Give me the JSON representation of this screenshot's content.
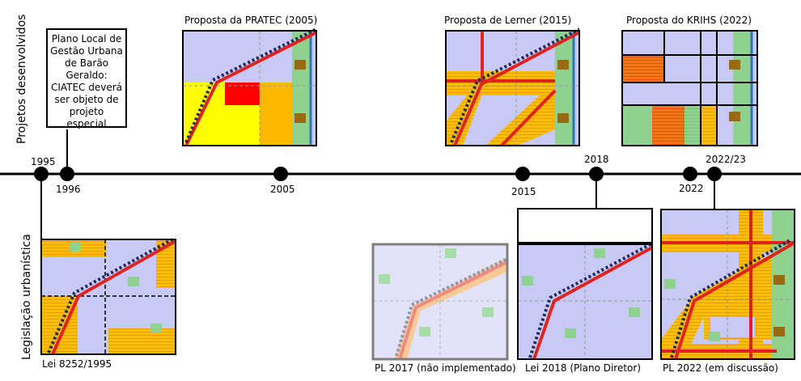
{
  "side_labels": {
    "top": "Projetos desenvolvidos",
    "bottom": "Legislação urbanística"
  },
  "note": {
    "lines": [
      "Plano Local de",
      "Gestão Urbana",
      "de Barão",
      "Geraldo:",
      "CIATEC deverá",
      "ser objeto de",
      "projeto",
      "especial"
    ]
  },
  "project_titles": {
    "pratec": "Proposta da PRATEC (2005)",
    "lerner": "Proposta de Lerner (2015)",
    "krihs": "Proposta do KRIHS (2022)"
  },
  "timeline_years": {
    "y1995": "1995",
    "y1996": "1996",
    "y2005": "2005",
    "y2015": "2015",
    "y2018": "2018",
    "y2022": "2022",
    "y2022_23": "2022/23"
  },
  "law_captions": {
    "lei1995": "Lei 8252/1995",
    "pl2017": "PL 2017 (não implementado)",
    "lei2018": "Lei 2018 (Plano Diretor)",
    "pl2022": "PL 2022 (em discussão)"
  },
  "colors": {
    "lavender": "#C9C9F5",
    "orange_hatch": "#F5B800",
    "red_line": "#E0231E",
    "navy_dots": "#1F2A5C",
    "green": "#8FD18F",
    "brown": "#9A6A12"
  }
}
